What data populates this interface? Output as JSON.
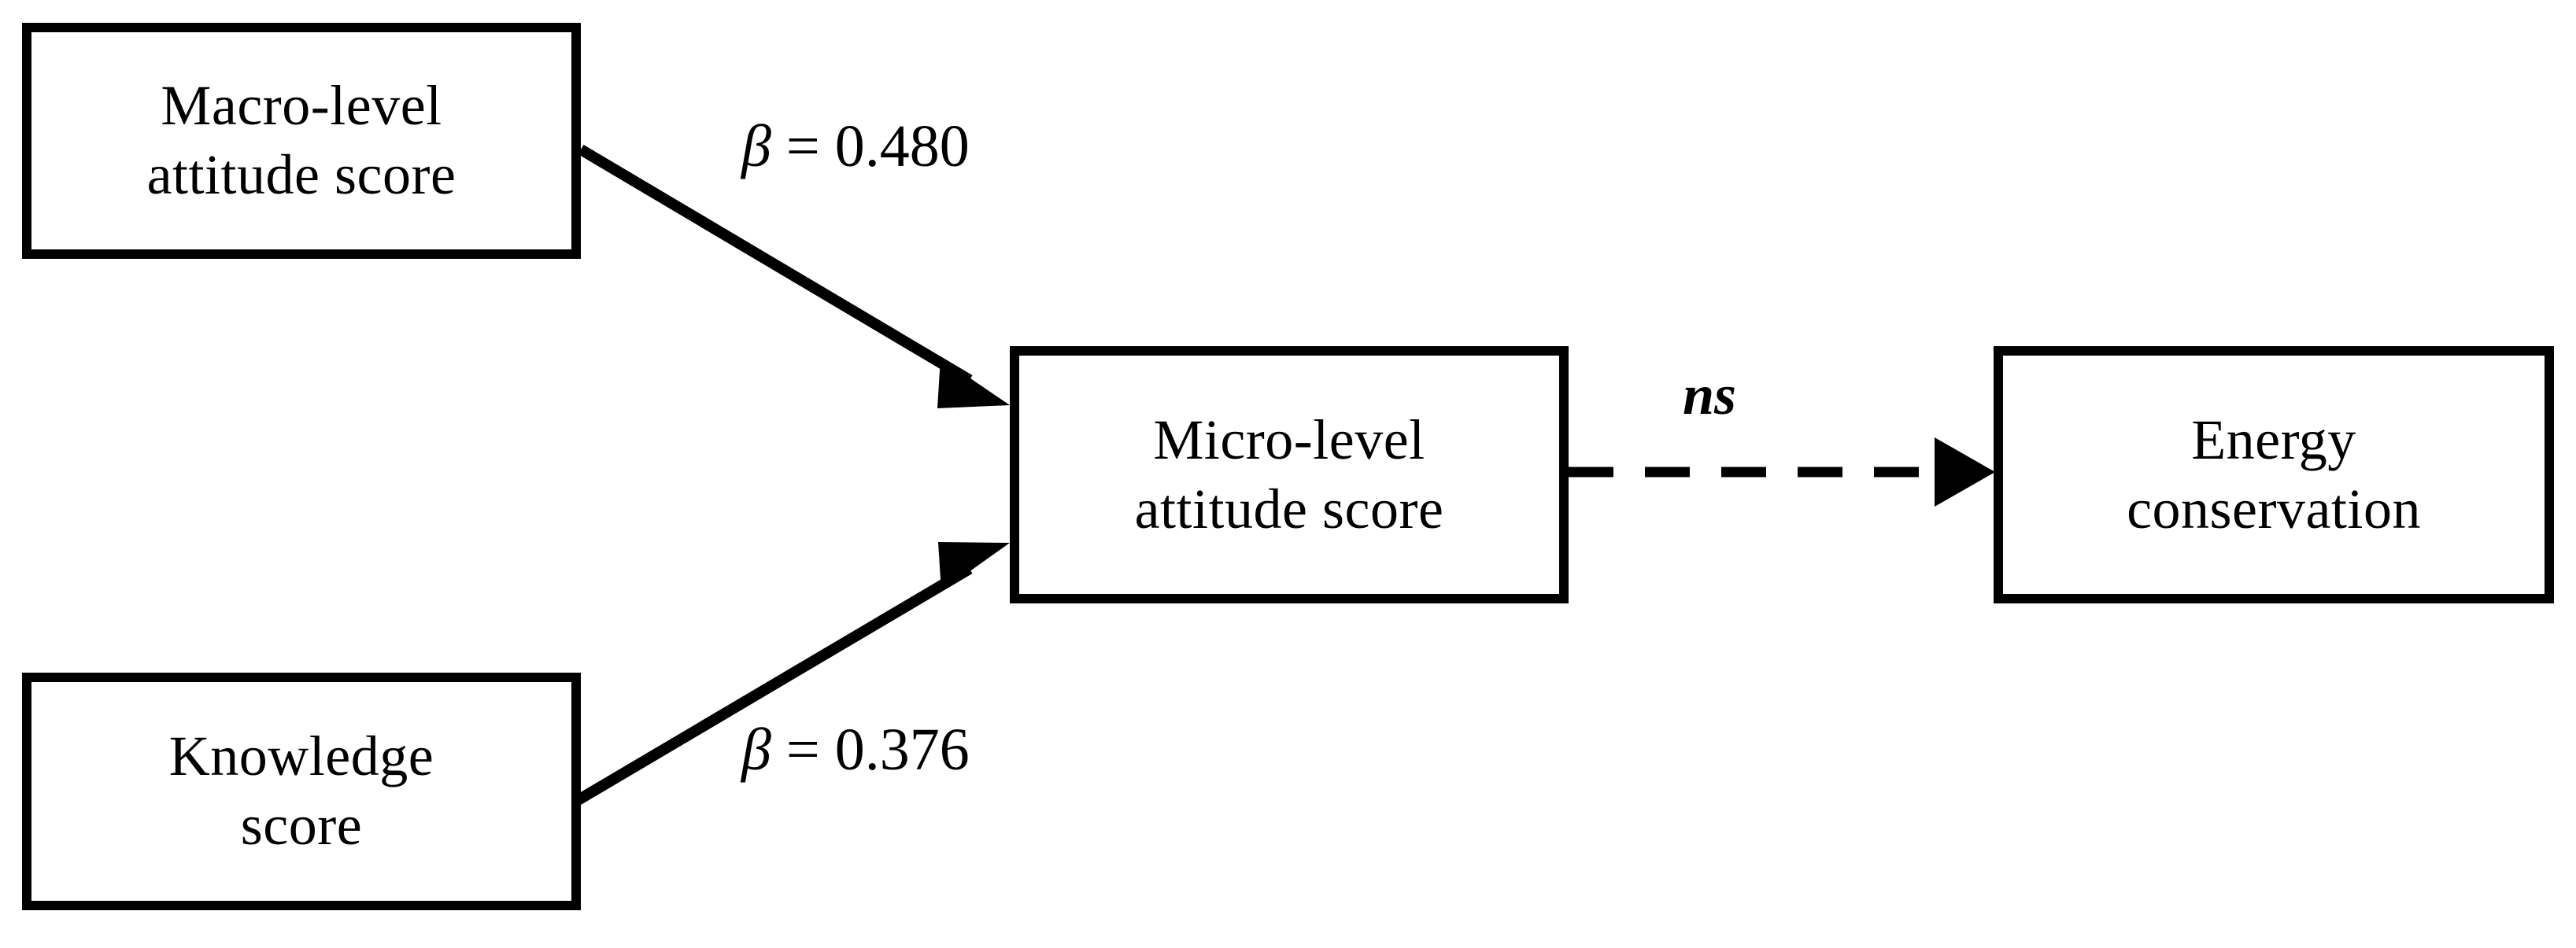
{
  "diagram": {
    "type": "path-diagram",
    "title": "",
    "background_color": "#ffffff",
    "line_color": "#000000",
    "text_color": "#000000",
    "nodes": [
      {
        "id": "macro",
        "label": "Macro-level\nattitude score"
      },
      {
        "id": "knowledge",
        "label": "Knowledge\nscore"
      },
      {
        "id": "micro",
        "label": "Micro-level\nattitude score"
      },
      {
        "id": "energy",
        "label": "Energy\nconservation"
      }
    ],
    "edges": [
      {
        "id": "macro-to-micro",
        "from": "macro",
        "to": "micro",
        "style": "solid",
        "label_symbol": "β",
        "label_rest": " = 0.480",
        "coefficient": 0.48,
        "significant": true
      },
      {
        "id": "knowledge-to-micro",
        "from": "knowledge",
        "to": "micro",
        "style": "solid",
        "label_symbol": "β",
        "label_rest": " = 0.376",
        "coefficient": 0.376,
        "significant": true
      },
      {
        "id": "micro-to-energy",
        "from": "micro",
        "to": "energy",
        "style": "dashed",
        "label": "ns",
        "significant": false
      }
    ]
  }
}
